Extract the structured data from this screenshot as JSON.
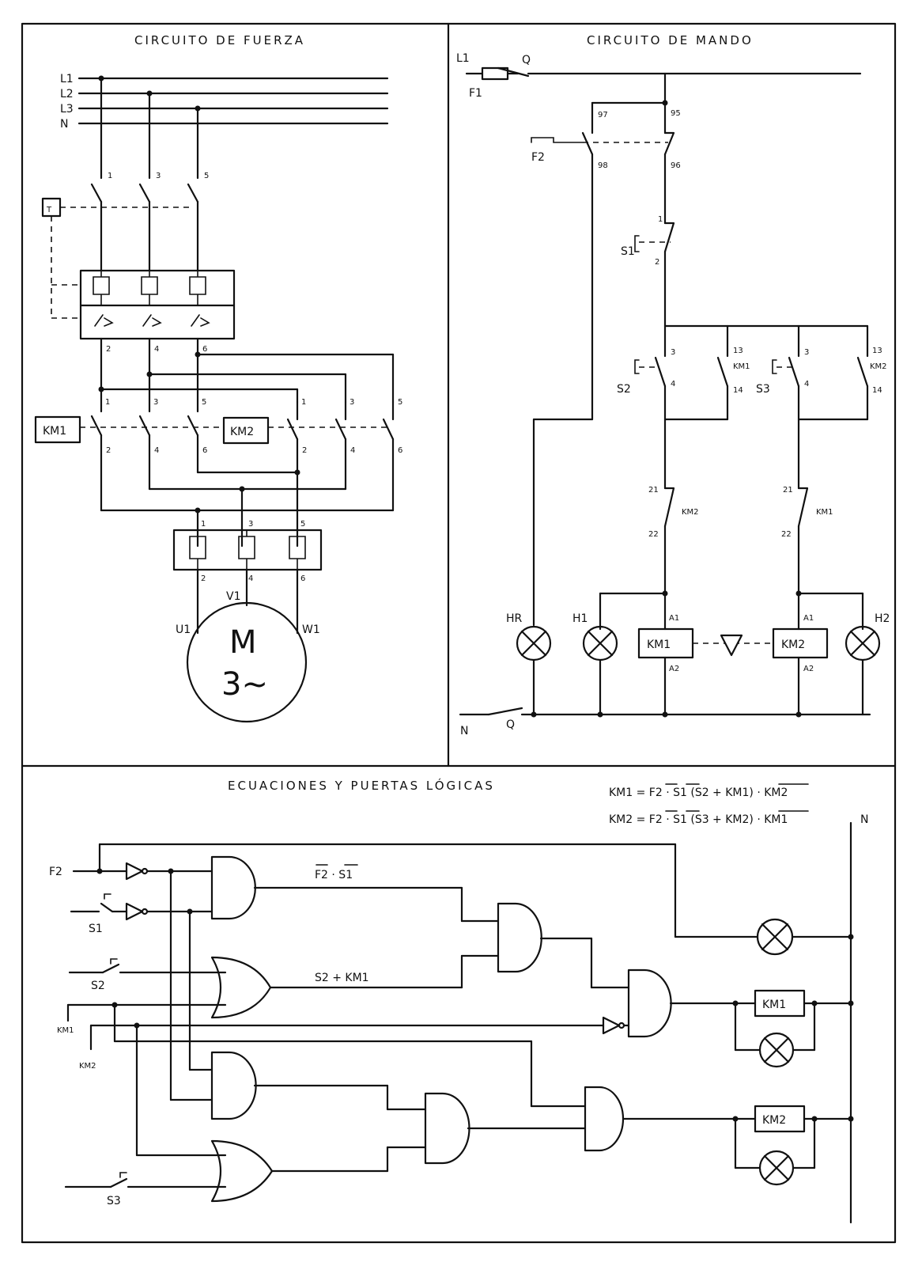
{
  "titles": {
    "power": "CIRCUITO DE FUERZA",
    "control": "CIRCUITO DE MANDO",
    "logic": "ECUACIONES Y PUERTAS LÓGICAS"
  },
  "power": {
    "lines": [
      "L1",
      "L2",
      "L3",
      "N"
    ],
    "switch_terminals_top": [
      "1",
      "3",
      "5"
    ],
    "breaker_terminals_bottom": [
      "2",
      "4",
      "6"
    ],
    "km1_terminals_top": [
      "1",
      "3",
      "5"
    ],
    "km1_terminals_bottom": [
      "2",
      "4",
      "6"
    ],
    "km2_terminals_top": [
      "1",
      "3",
      "5"
    ],
    "km2_terminals_bottom": [
      "2",
      "4",
      "6"
    ],
    "contactor1": "KM1",
    "contactor2": "KM2",
    "relay_terminals_top": [
      "1",
      "3",
      "5"
    ],
    "relay_terminals_bottom": [
      "2",
      "4",
      "6"
    ],
    "motor_terminals": [
      "U1",
      "V1",
      "W1"
    ],
    "motor_symbol": "M",
    "motor_phase": "3~"
  },
  "control": {
    "supply": "L1",
    "fuse": "F1",
    "switch": "Q",
    "neutral": "N",
    "neutral_switch": "Q",
    "relay": "F2",
    "relay_no": [
      "97",
      "98"
    ],
    "relay_nc": [
      "95",
      "96"
    ],
    "stop": "S1",
    "stop_terminals": [
      "1",
      "2"
    ],
    "start1": "S2",
    "start2": "S3",
    "start_terminals": [
      "3",
      "4"
    ],
    "hold1": "KM1",
    "hold2": "KM2",
    "hold_terminals": [
      "13",
      "14"
    ],
    "interlock1": "KM2",
    "interlock2": "KM1",
    "interlock_terminals": [
      "21",
      "22"
    ],
    "coil1": "KM1",
    "coil2": "KM2",
    "coil_terminals": [
      "A1",
      "A2"
    ],
    "lamps": [
      "HR",
      "H1",
      "H2"
    ]
  },
  "logic": {
    "eq1": "KM1 = F2 · S1 (S2 + KM1) · KM2",
    "eq2": "KM2 = F2 · S1 (S3 + KM2) · KM1",
    "inputs": [
      "F2",
      "S1",
      "S2",
      "KM1",
      "KM2",
      "S3"
    ],
    "label_and": "F2 · S1",
    "label_or": "S2 + KM1",
    "neutral": "N",
    "out1": "KM1",
    "out2": "KM2"
  }
}
